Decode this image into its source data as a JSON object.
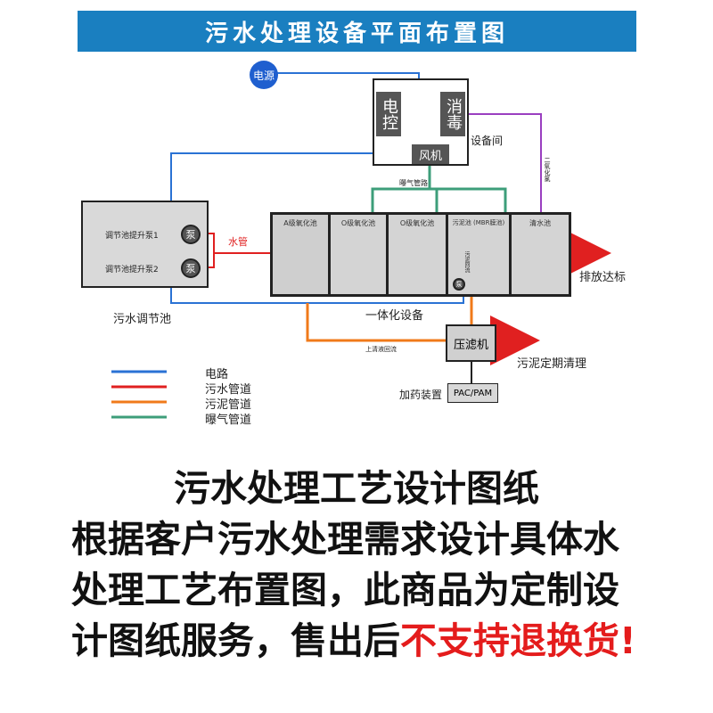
{
  "title": "污水处理设备平面布置图",
  "colors": {
    "power": "#2a72d4",
    "sewage": "#e02020",
    "sludge": "#f07a1a",
    "aeration": "#3d9e7a",
    "banner": "#1a7fc0",
    "purple": "#9a3fc0"
  },
  "nodes": {
    "power_source": "电源",
    "control": "电控",
    "disinfection": "消毒",
    "equipment_room": "设备间",
    "blower": "风机",
    "aeration_pipe_label": "曝气管路",
    "chlorine_label": "二氧化氯",
    "pump": "泵",
    "pump1": "调节池提升泵1",
    "pump2": "调节池提升泵2",
    "regulating_tank": "污水调节池",
    "water_pipe": "水管",
    "tank_a": "A级氧化池",
    "tank_o1": "O级氧化池",
    "tank_o2": "O级氧化池",
    "tank_mbr": "污泥池 (MBR膜池)",
    "tank_clear": "清水池",
    "integrated": "一体化设备",
    "discharge": "排放达标",
    "filter_press": "压滤机",
    "sludge_clean": "污泥定期清理",
    "dosing": "加药装置",
    "pac": "PAC/PAM",
    "return_label": "上清液回流",
    "sludge_label": "污泥回流"
  },
  "legend": [
    {
      "label": "电路",
      "color": "#2a72d4"
    },
    {
      "label": "污水管道",
      "color": "#e02020"
    },
    {
      "label": "污泥管道",
      "color": "#f07a1a"
    },
    {
      "label": "曝气管道",
      "color": "#3d9e7a"
    }
  ],
  "bottom": {
    "line1": "污水处理工艺设计图纸",
    "body": "根据客户污水处理需求设计具体水处理工艺布置图，此商品为定制设计图纸服务，售出后",
    "red": "不支持退换货!"
  }
}
